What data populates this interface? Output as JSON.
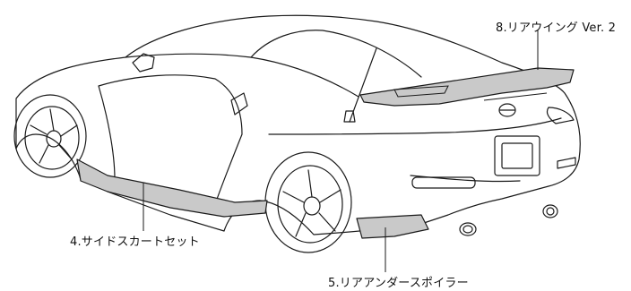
{
  "callouts": {
    "rear_wing": "8.リアウイング Ver. 2",
    "side_skirt": "4.サイドスカートセット",
    "rear_under_spoiler": "5.リアアンダースポイラー"
  },
  "colors": {
    "outline": "#1a1a1a",
    "part_highlight": "#c9c9c9",
    "background": "#ffffff"
  }
}
